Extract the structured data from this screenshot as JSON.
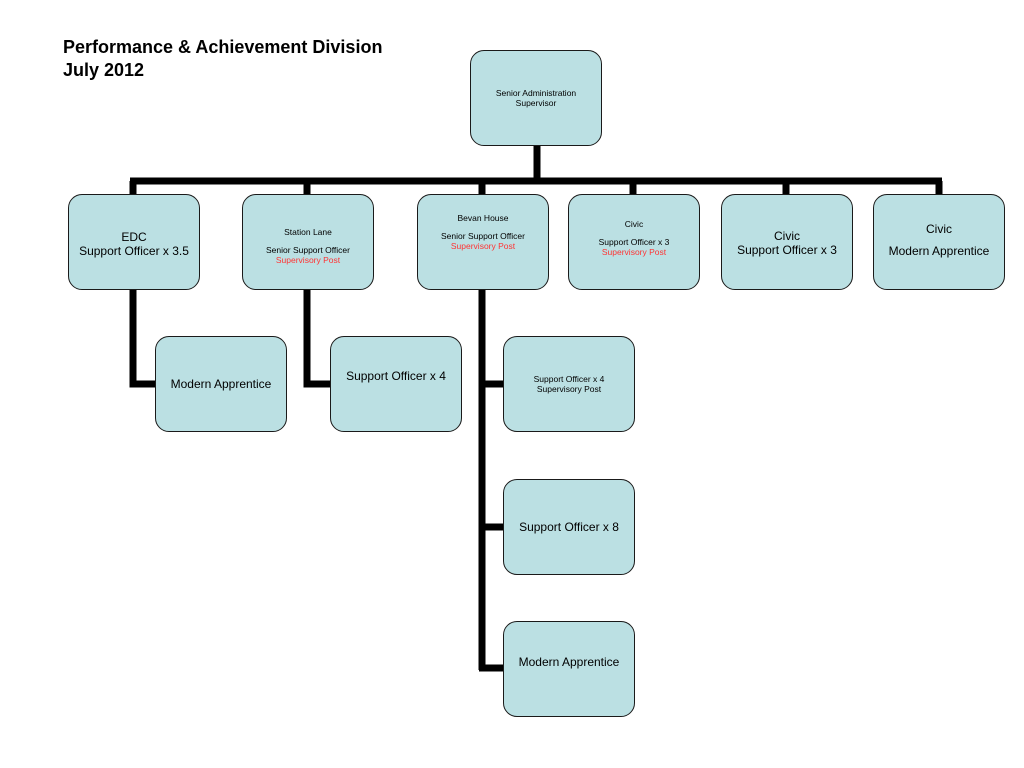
{
  "header": {
    "line1": "Performance & Achievement Division",
    "line2": "July 2012"
  },
  "colors": {
    "box_fill": "#bbe0e3",
    "box_border": "#1a1a1a",
    "connector": "#000000",
    "supervisory_red": "#ff3333"
  },
  "org_chart": {
    "root": {
      "line1": "Senior Administration",
      "line2": "Supervisor"
    },
    "edc": {
      "line1": "EDC",
      "line2": "Support Officer x 3.5",
      "child": "Modern Apprentice"
    },
    "station_lane": {
      "line1": "Station Lane",
      "line2": "Senior Support Officer",
      "line3": "Supervisory Post",
      "child": "Support Officer x 4"
    },
    "bevan_house": {
      "line1": "Bevan House",
      "line2": "Senior Support Officer",
      "line3": "Supervisory Post",
      "child1_line1": "Support Officer x 4",
      "child1_line2": "Supervisory Post",
      "child2": "Support Officer x 8",
      "child3": "Modern Apprentice"
    },
    "civic_1": {
      "line1": "Civic",
      "line2": "Support Officer x 3",
      "line3": "Supervisory Post"
    },
    "civic_2": {
      "line1": "Civic",
      "line2": "Support Officer x 3"
    },
    "civic_3": {
      "line1": "Civic",
      "line2": "Modern Apprentice"
    }
  }
}
